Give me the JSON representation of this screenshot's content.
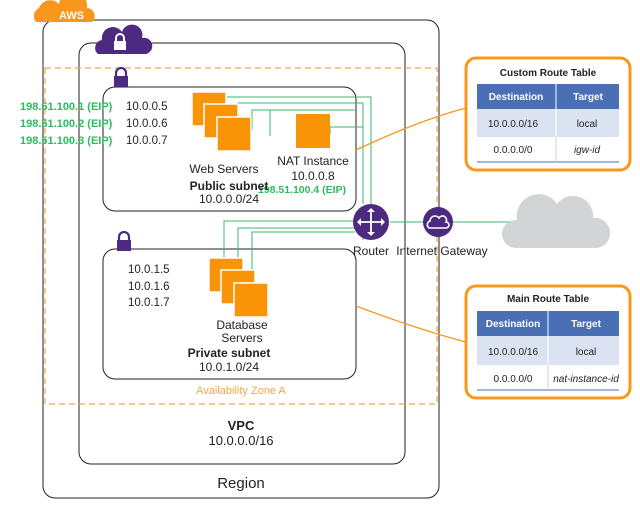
{
  "aws_label": "AWS",
  "region_label": "Region",
  "vpc": {
    "title": "VPC",
    "cidr": "10.0.0.0/16"
  },
  "availability_zone": "Availability Zone A",
  "public_subnet": {
    "title": "Public subnet",
    "cidr": "10.0.0.0/24",
    "web_servers_label": "Web Servers",
    "eips": [
      "198.51.100.1 (EIP)",
      "198.51.100.2 (EIP)",
      "198.51.100.3 (EIP)"
    ],
    "private_ips": [
      "10.0.0.5",
      "10.0.0.6",
      "10.0.0.7"
    ],
    "nat": {
      "label": "NAT Instance",
      "ip": "10.0.0.8",
      "eip": "198.51.100.4 (EIP)"
    }
  },
  "private_subnet": {
    "title": "Private subnet",
    "cidr": "10.0.1.0/24",
    "db_label_line1": "Database",
    "db_label_line2": "Servers",
    "private_ips": [
      "10.0.1.5",
      "10.0.1.6",
      "10.0.1.7"
    ]
  },
  "router_label": "Router",
  "igw_label": "Internet Gateway",
  "custom_route_table": {
    "title": "Custom Route Table",
    "headers": [
      "Destination",
      "Target"
    ],
    "rows": [
      [
        "10.0.0.0/16",
        "local"
      ],
      [
        "0.0.0.0/0",
        "igw-id"
      ]
    ]
  },
  "main_route_table": {
    "title": "Main Route Table",
    "headers": [
      "Destination",
      "Target"
    ],
    "rows": [
      [
        "10.0.0.0/16",
        "local"
      ],
      [
        "0.0.0.0/0",
        "nat-instance-id"
      ]
    ]
  },
  "colors": {
    "aws_orange": "#f7981d",
    "instance_orange": "#f89406",
    "vpc_purple": "#4b2a7f",
    "eip_green": "#2dbb5d",
    "line_green": "#3cb371",
    "az_orange": "#f2a64b",
    "table_header_blue": "#4a6fb5",
    "table_row_blue": "#dbe3f2",
    "cloud_gray": "#d3d4d6"
  }
}
